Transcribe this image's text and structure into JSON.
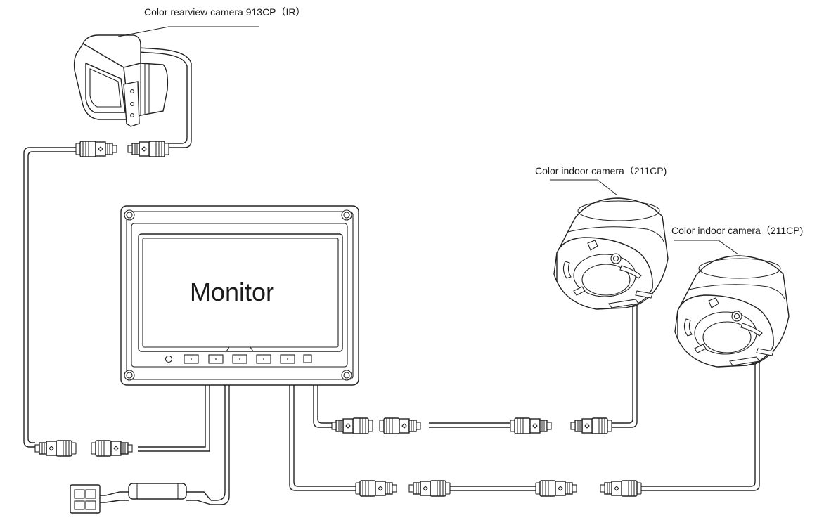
{
  "labels": {
    "rear_camera": "Color rearview camera 913CP（IR）",
    "indoor_camera_1": "Color indoor camera（211CP)",
    "indoor_camera_2": "Color indoor camera（211CP)",
    "monitor": "Monitor"
  },
  "monitor_buttons": [
    "power",
    "button-1",
    "button-2",
    "button-3",
    "button-4",
    "button-5",
    "indicator"
  ],
  "connectors": [
    "rear-cam-pair-top",
    "rear-cam-pair-bottom",
    "indoor-cam-1-pair-monitor",
    "indoor-cam-1-pair-camera",
    "indoor-cam-2-pair-monitor",
    "indoor-cam-2-pair-camera"
  ]
}
